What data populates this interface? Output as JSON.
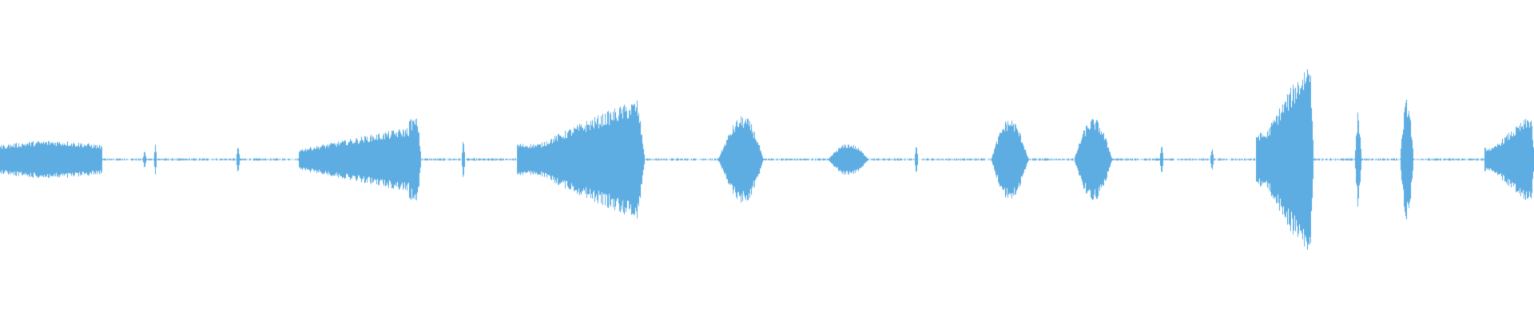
{
  "waveform": {
    "color": "#5dade2",
    "duration_fraction_segments": [
      {
        "start": 0.0,
        "end": 0.066,
        "peak": 0.06,
        "shape": "flat-dense"
      },
      {
        "start": 0.093,
        "end": 0.095,
        "peak": 0.03,
        "shape": "spike"
      },
      {
        "start": 0.1,
        "end": 0.102,
        "peak": 0.05,
        "shape": "spike"
      },
      {
        "start": 0.154,
        "end": 0.156,
        "peak": 0.05,
        "shape": "spike"
      },
      {
        "start": 0.195,
        "end": 0.274,
        "peak": 0.13,
        "shape": "ramp-up-burst"
      },
      {
        "start": 0.301,
        "end": 0.303,
        "peak": 0.07,
        "shape": "spike"
      },
      {
        "start": 0.337,
        "end": 0.42,
        "peak": 0.2,
        "shape": "ramp-up"
      },
      {
        "start": 0.468,
        "end": 0.497,
        "peak": 0.17,
        "shape": "blob-rise"
      },
      {
        "start": 0.54,
        "end": 0.566,
        "peak": 0.05,
        "shape": "blob"
      },
      {
        "start": 0.596,
        "end": 0.598,
        "peak": 0.06,
        "shape": "spike"
      },
      {
        "start": 0.646,
        "end": 0.67,
        "peak": 0.13,
        "shape": "blob"
      },
      {
        "start": 0.7,
        "end": 0.725,
        "peak": 0.13,
        "shape": "blob"
      },
      {
        "start": 0.756,
        "end": 0.758,
        "peak": 0.06,
        "shape": "spike"
      },
      {
        "start": 0.789,
        "end": 0.791,
        "peak": 0.04,
        "shape": "spike"
      },
      {
        "start": 0.819,
        "end": 0.856,
        "peak": 0.34,
        "shape": "ramp-up"
      },
      {
        "start": 0.883,
        "end": 0.887,
        "peak": 0.17,
        "shape": "spike"
      },
      {
        "start": 0.913,
        "end": 0.921,
        "peak": 0.19,
        "shape": "blob"
      },
      {
        "start": 0.968,
        "end": 1.0,
        "peak": 0.15,
        "shape": "ramp-up"
      }
    ]
  }
}
